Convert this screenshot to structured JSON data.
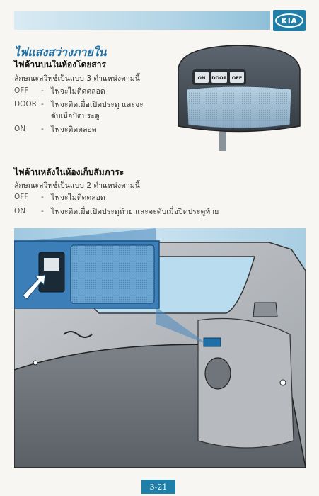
{
  "header": {
    "logo_text": "KIA"
  },
  "title": "ไฟแสงสว่างภายใน",
  "section_passenger": {
    "heading": "ไฟด้านบนในห้องโดยสาร",
    "intro": "ลักษณะสวิทช์เป็นแบบ 3 ตำแหน่งตามนี้",
    "items": [
      {
        "label": "OFF",
        "dash": "-",
        "desc": "ไฟจะไม่ติดตลอด",
        "desc2": ""
      },
      {
        "label": "DOOR",
        "dash": "-",
        "desc": "ไฟจะติดเมื่อเปิดประตู และจะ",
        "desc2": "ดับเมื่อปิดประตู"
      },
      {
        "label": "ON",
        "dash": "-",
        "desc": "ไฟจะติดตลอด",
        "desc2": ""
      }
    ]
  },
  "section_cargo": {
    "heading": "ไฟด้านหลังในห้องเก็บสัมภาระ",
    "intro": "ลักษณะสวิทช์เป็นแบบ 2 ตำแหน่งตามนี้",
    "items": [
      {
        "label": "OFF",
        "dash": "-",
        "desc": "ไฟจะไม่ติดตลอด"
      },
      {
        "label": "ON",
        "dash": "-",
        "desc": "ไฟจะติดเมื่อเปิดประตูท้าย และจะดับเมื่อปิดประตูท้าย"
      }
    ]
  },
  "lamp_buttons": {
    "on": "ON",
    "door": "DOOR",
    "off": "OFF"
  },
  "footer": {
    "page_number": "3-21"
  },
  "colors": {
    "accent": "#1f7fa8",
    "title": "#2471a3"
  }
}
